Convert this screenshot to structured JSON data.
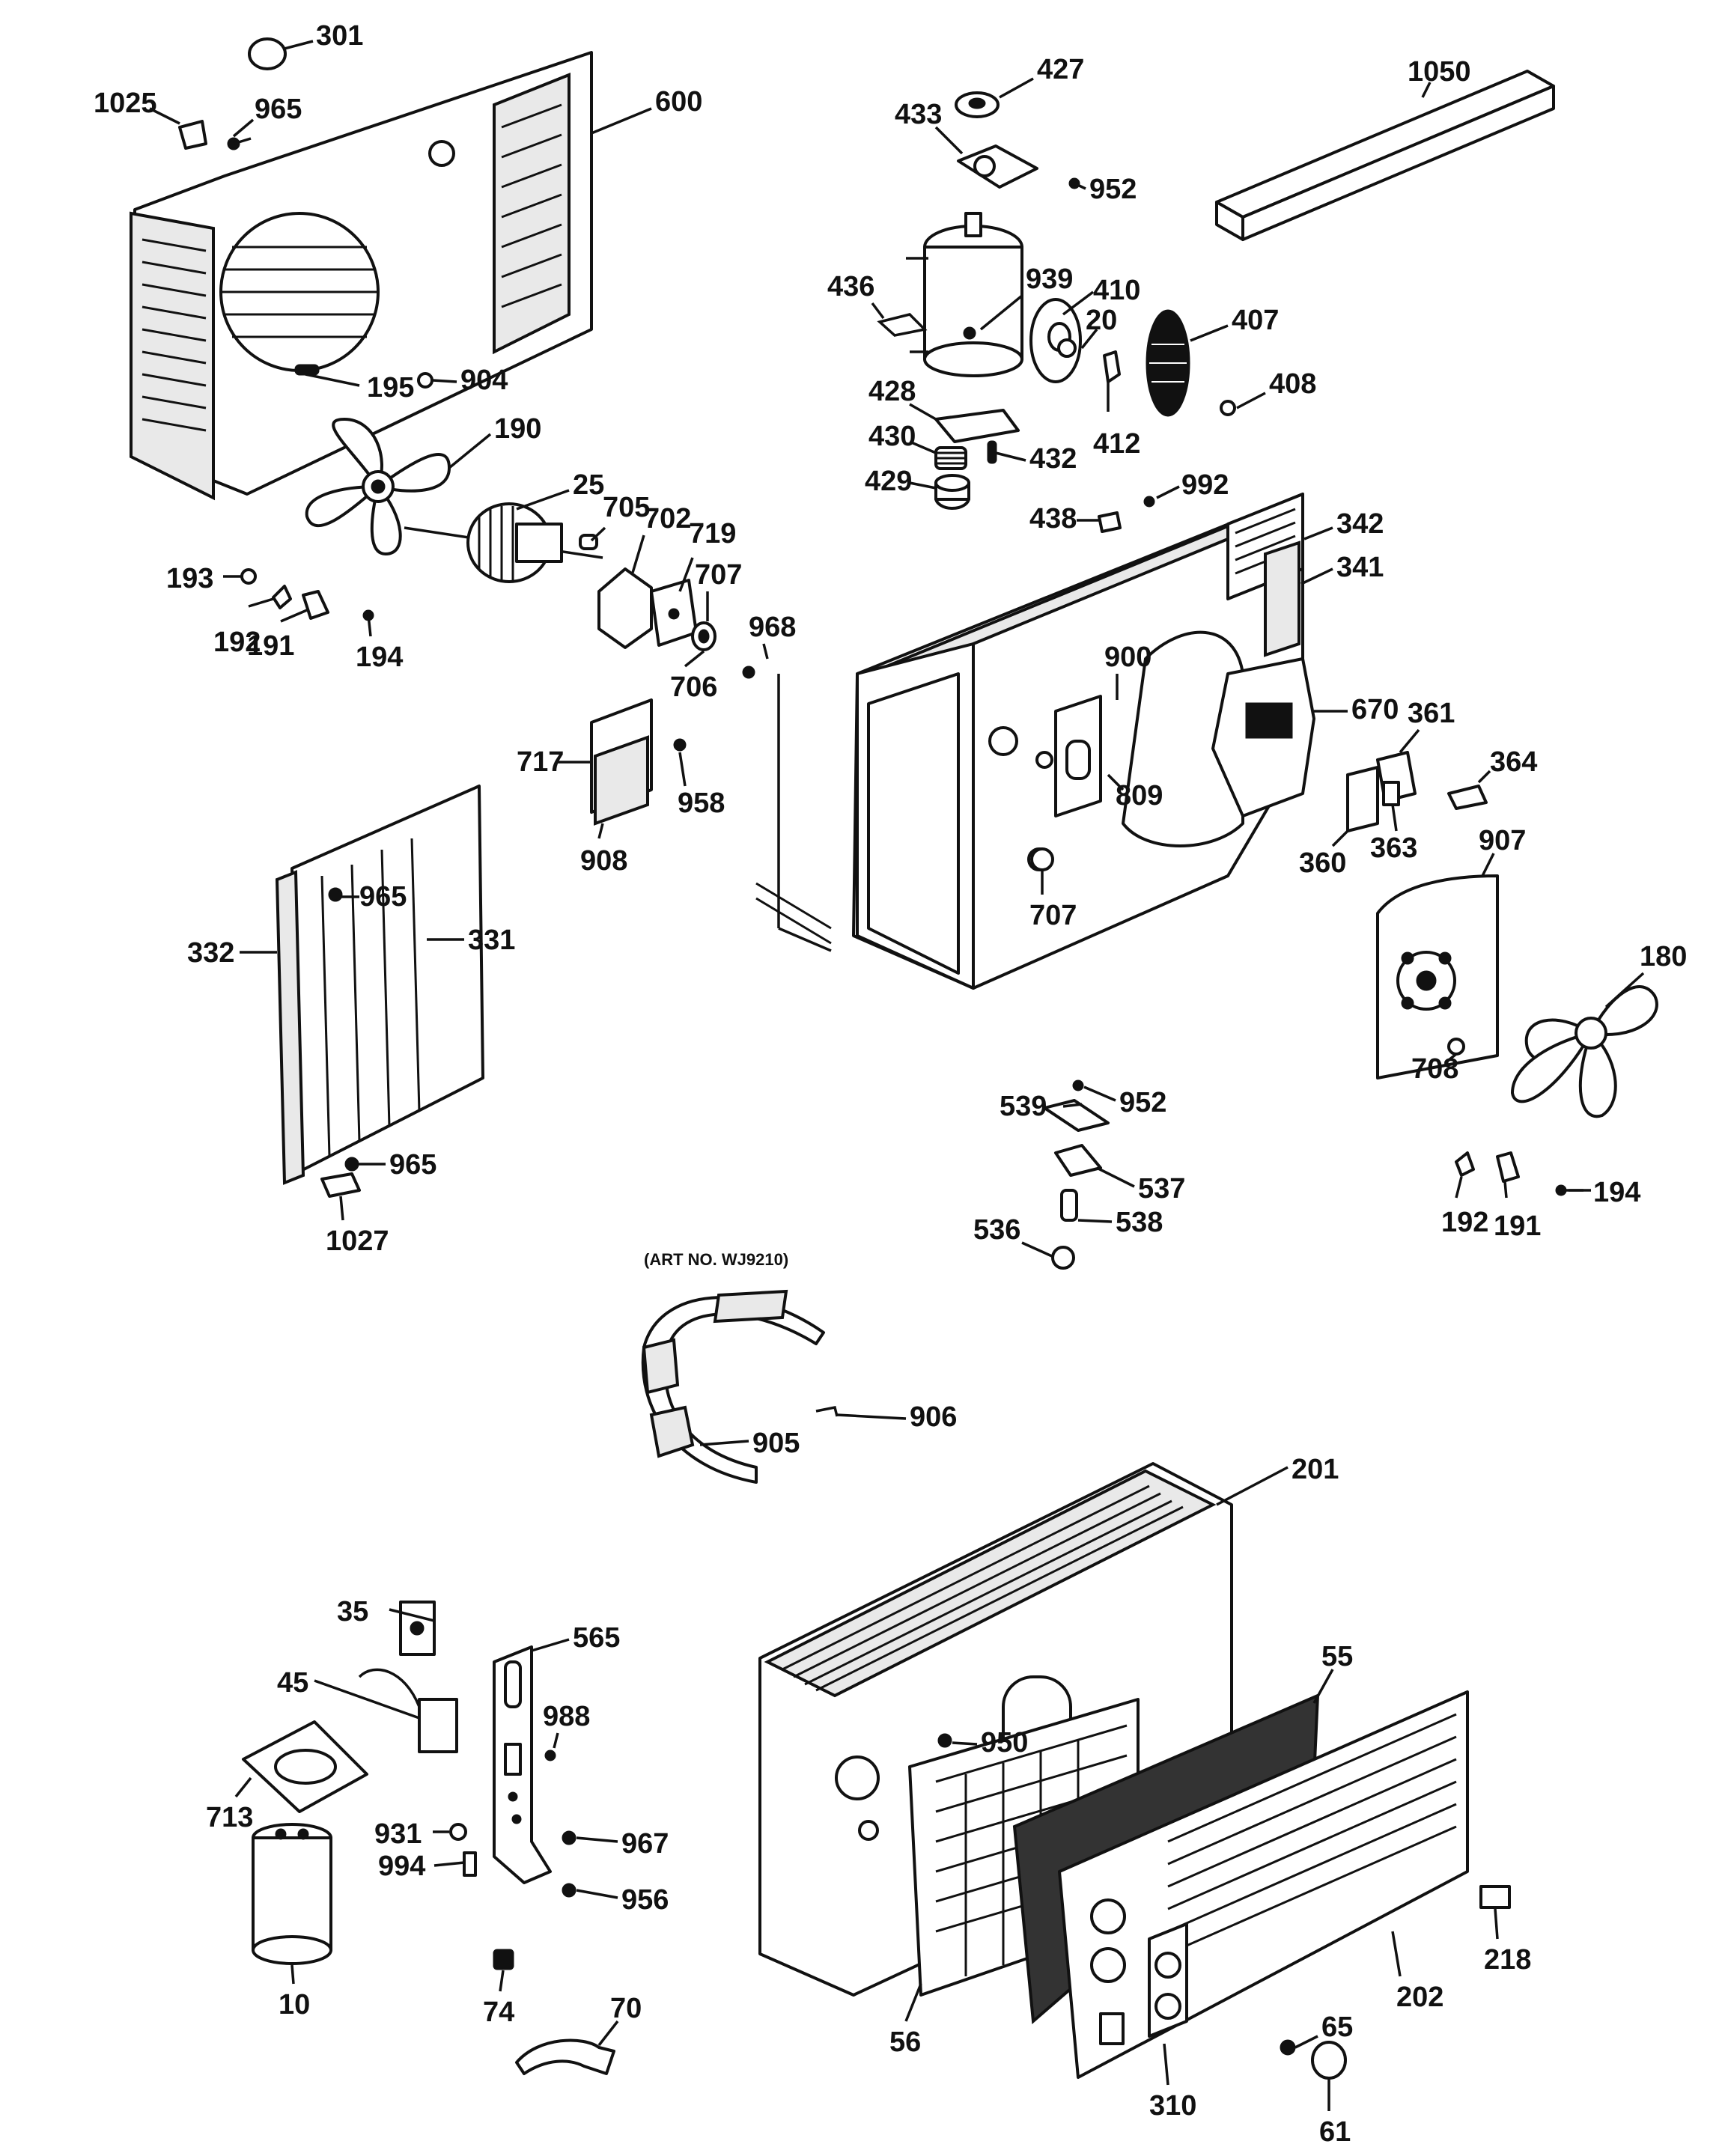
{
  "note": "(ART NO. WJ9210)",
  "labels": [
    {
      "id": "l301",
      "text": "301"
    },
    {
      "id": "l1025",
      "text": "1025"
    },
    {
      "id": "l965a",
      "text": "965"
    },
    {
      "id": "l600",
      "text": "600"
    },
    {
      "id": "l195",
      "text": "195"
    },
    {
      "id": "l904",
      "text": "904"
    },
    {
      "id": "l190",
      "text": "190"
    },
    {
      "id": "l25",
      "text": "25"
    },
    {
      "id": "l705",
      "text": "705"
    },
    {
      "id": "l702",
      "text": "702"
    },
    {
      "id": "l719",
      "text": "719"
    },
    {
      "id": "l707a",
      "text": "707"
    },
    {
      "id": "l706",
      "text": "706"
    },
    {
      "id": "l193",
      "text": "193"
    },
    {
      "id": "l192a",
      "text": "192"
    },
    {
      "id": "l191a",
      "text": "191"
    },
    {
      "id": "l194a",
      "text": "194"
    },
    {
      "id": "l427",
      "text": "427"
    },
    {
      "id": "l433",
      "text": "433"
    },
    {
      "id": "l952a",
      "text": "952"
    },
    {
      "id": "l1050",
      "text": "1050"
    },
    {
      "id": "l436",
      "text": "436"
    },
    {
      "id": "l939",
      "text": "939"
    },
    {
      "id": "l410",
      "text": "410"
    },
    {
      "id": "l20",
      "text": "20"
    },
    {
      "id": "l407",
      "text": "407"
    },
    {
      "id": "l408",
      "text": "408"
    },
    {
      "id": "l428",
      "text": "428"
    },
    {
      "id": "l430",
      "text": "430"
    },
    {
      "id": "l432",
      "text": "432"
    },
    {
      "id": "l412",
      "text": "412"
    },
    {
      "id": "l429",
      "text": "429"
    },
    {
      "id": "l992",
      "text": "992"
    },
    {
      "id": "l438",
      "text": "438"
    },
    {
      "id": "l342",
      "text": "342"
    },
    {
      "id": "l341",
      "text": "341"
    },
    {
      "id": "l968",
      "text": "968"
    },
    {
      "id": "l900",
      "text": "900"
    },
    {
      "id": "l670",
      "text": "670"
    },
    {
      "id": "l361",
      "text": "361"
    },
    {
      "id": "l364",
      "text": "364"
    },
    {
      "id": "l717",
      "text": "717"
    },
    {
      "id": "l958",
      "text": "958"
    },
    {
      "id": "l908",
      "text": "908"
    },
    {
      "id": "l809",
      "text": "809"
    },
    {
      "id": "l360",
      "text": "360"
    },
    {
      "id": "l363",
      "text": "363"
    },
    {
      "id": "l907",
      "text": "907"
    },
    {
      "id": "l707b",
      "text": "707"
    },
    {
      "id": "l965b",
      "text": "965"
    },
    {
      "id": "l331",
      "text": "331"
    },
    {
      "id": "l332",
      "text": "332"
    },
    {
      "id": "l180",
      "text": "180"
    },
    {
      "id": "l708",
      "text": "708"
    },
    {
      "id": "l539",
      "text": "539"
    },
    {
      "id": "l952b",
      "text": "952"
    },
    {
      "id": "l537",
      "text": "537"
    },
    {
      "id": "l538",
      "text": "538"
    },
    {
      "id": "l536",
      "text": "536"
    },
    {
      "id": "l965c",
      "text": "965"
    },
    {
      "id": "l1027",
      "text": "1027"
    },
    {
      "id": "l192b",
      "text": "192"
    },
    {
      "id": "l191b",
      "text": "191"
    },
    {
      "id": "l194b",
      "text": "194"
    },
    {
      "id": "l906",
      "text": "906"
    },
    {
      "id": "l905",
      "text": "905"
    },
    {
      "id": "l201",
      "text": "201"
    },
    {
      "id": "l35",
      "text": "35"
    },
    {
      "id": "l565",
      "text": "565"
    },
    {
      "id": "l45",
      "text": "45"
    },
    {
      "id": "l988",
      "text": "988"
    },
    {
      "id": "l55",
      "text": "55"
    },
    {
      "id": "l950",
      "text": "950"
    },
    {
      "id": "l713",
      "text": "713"
    },
    {
      "id": "l931",
      "text": "931"
    },
    {
      "id": "l967",
      "text": "967"
    },
    {
      "id": "l994",
      "text": "994"
    },
    {
      "id": "l956",
      "text": "956"
    },
    {
      "id": "l10",
      "text": "10"
    },
    {
      "id": "l74",
      "text": "74"
    },
    {
      "id": "l56",
      "text": "56"
    },
    {
      "id": "l202",
      "text": "202"
    },
    {
      "id": "l218",
      "text": "218"
    },
    {
      "id": "l65",
      "text": "65"
    },
    {
      "id": "l70",
      "text": "70"
    },
    {
      "id": "l310",
      "text": "310"
    },
    {
      "id": "l61",
      "text": "61"
    }
  ]
}
